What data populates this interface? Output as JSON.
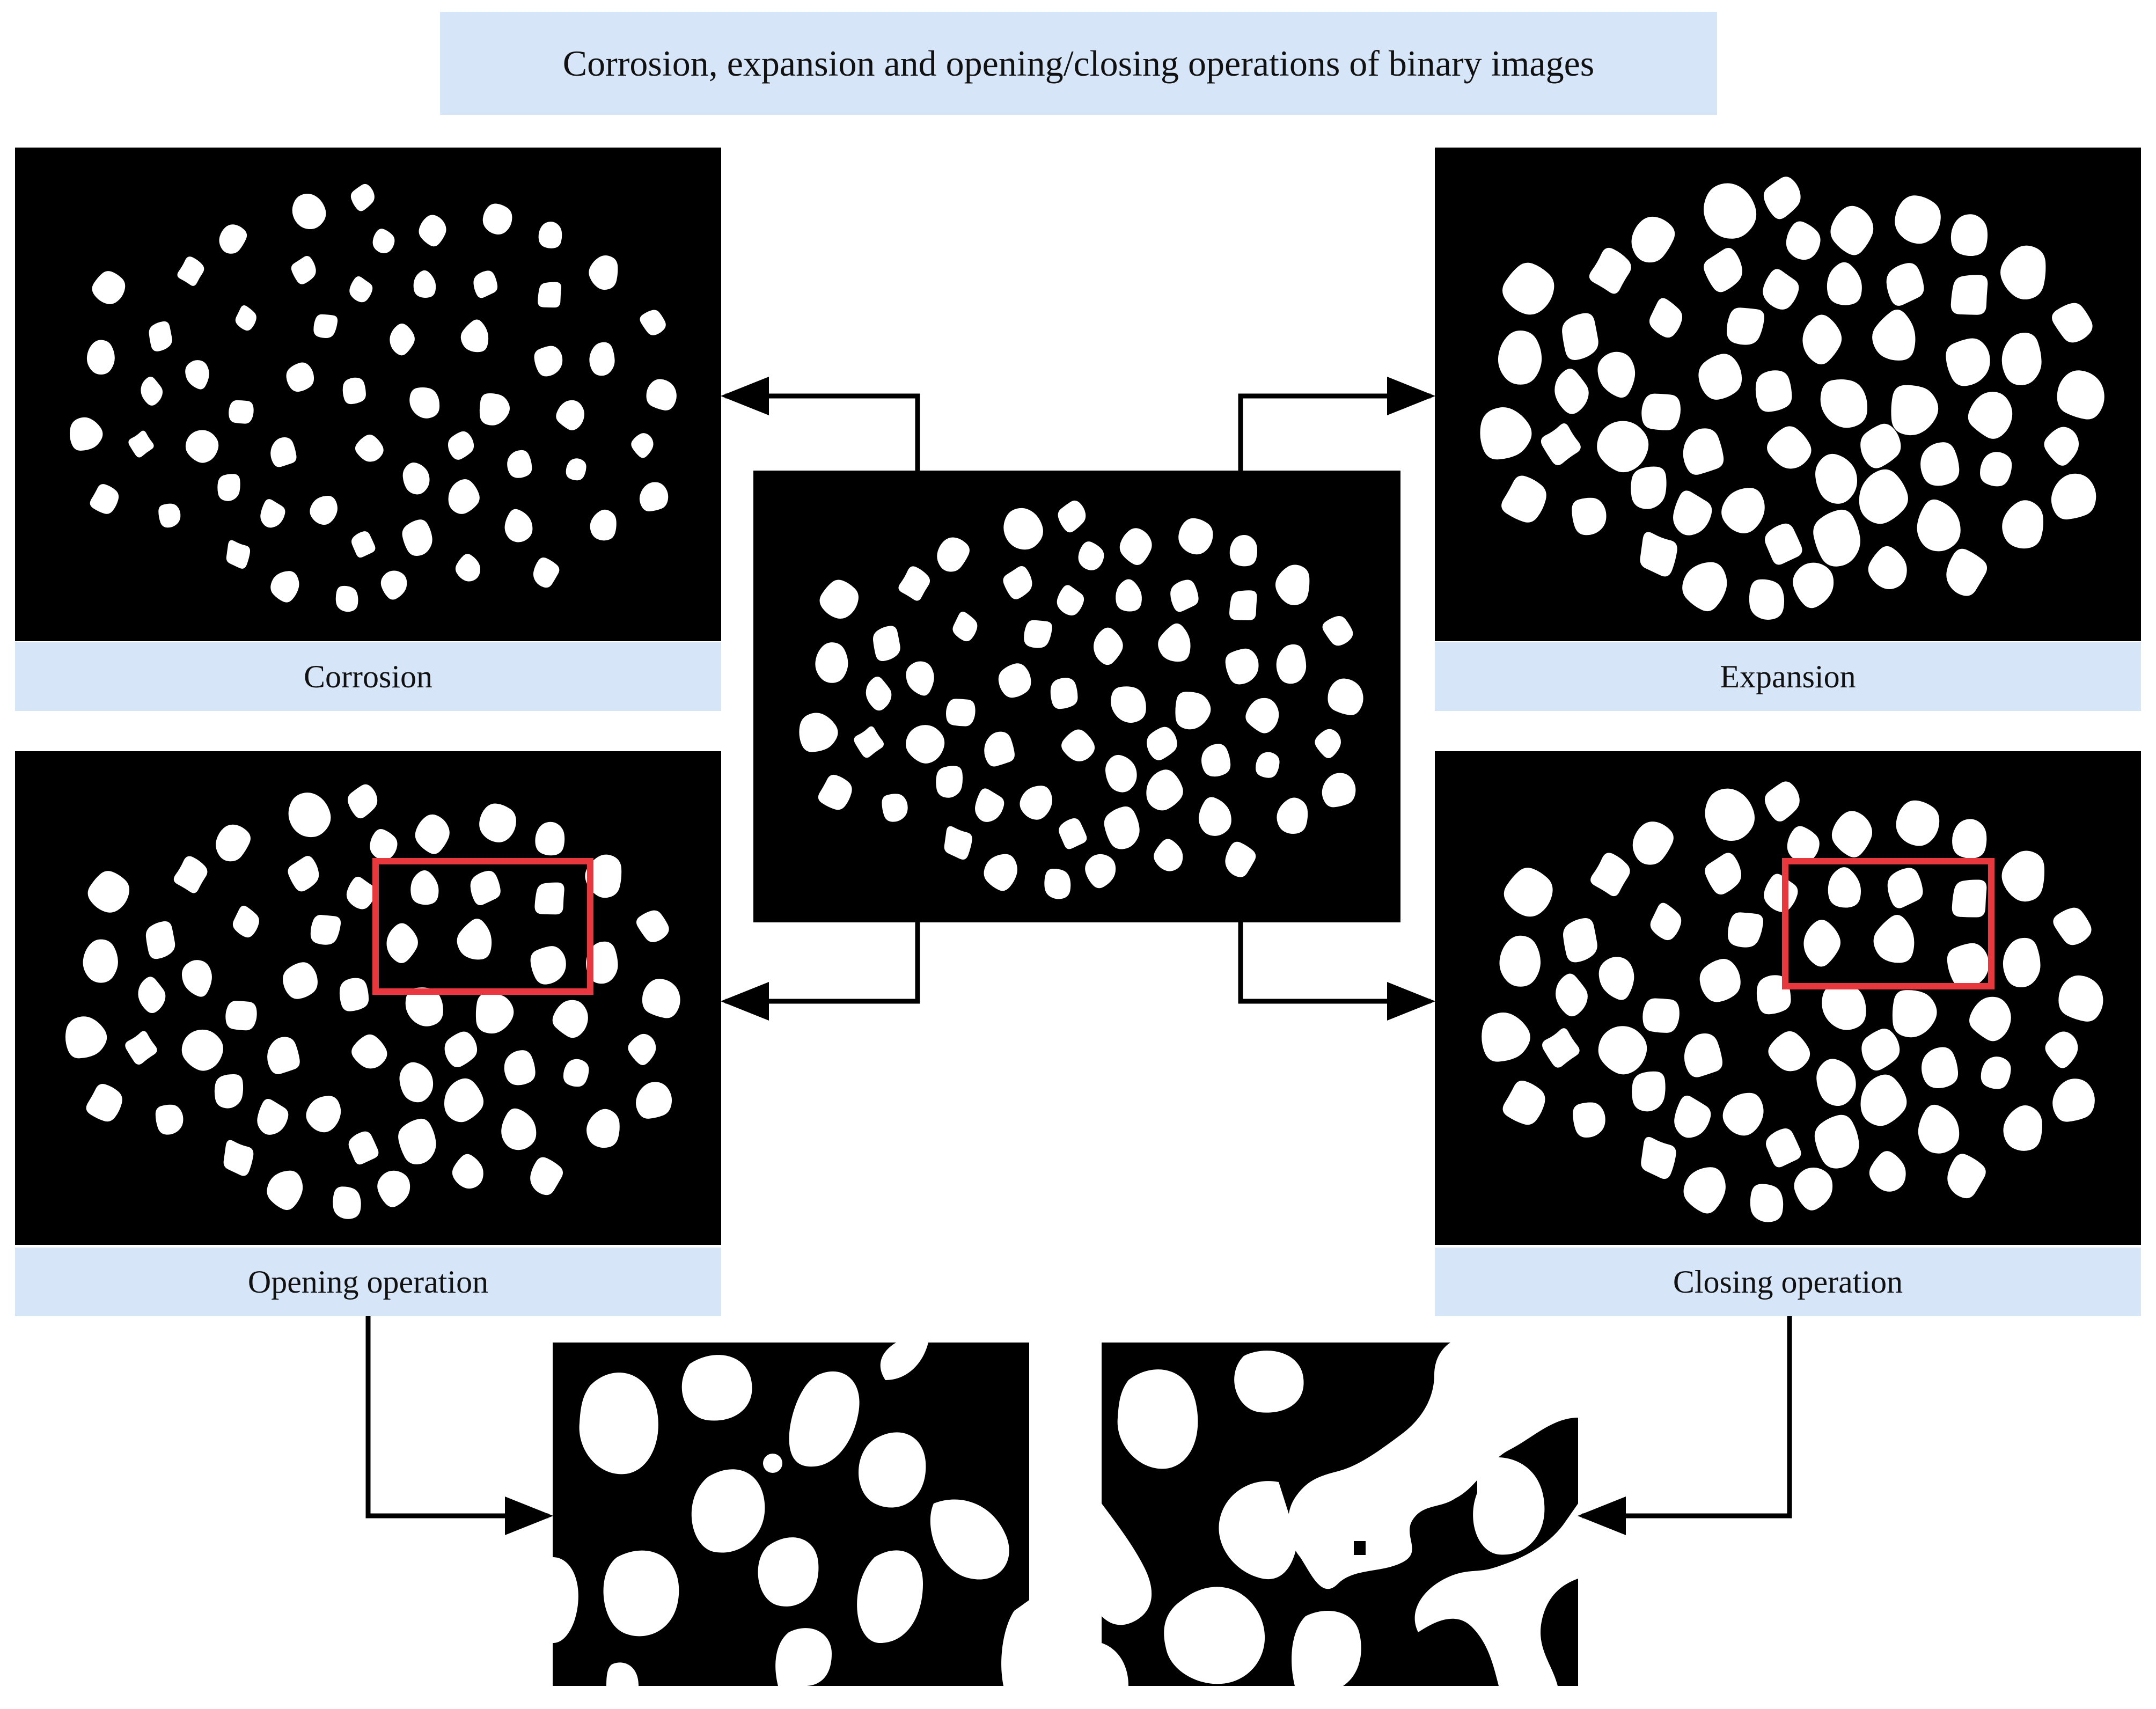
{
  "diagram": {
    "title": "Corrosion, expansion and opening/closing operations of binary images",
    "captions": {
      "corrosion": "Corrosion",
      "expansion": "Expansion",
      "opening": "Opening operation",
      "closing": "Closing operation"
    }
  },
  "colors": {
    "caption_bg": "#d6e6f8",
    "panel_bg": "#000000",
    "grain": "#ffffff",
    "highlight": "#e8383d",
    "arrow": "#000000"
  }
}
